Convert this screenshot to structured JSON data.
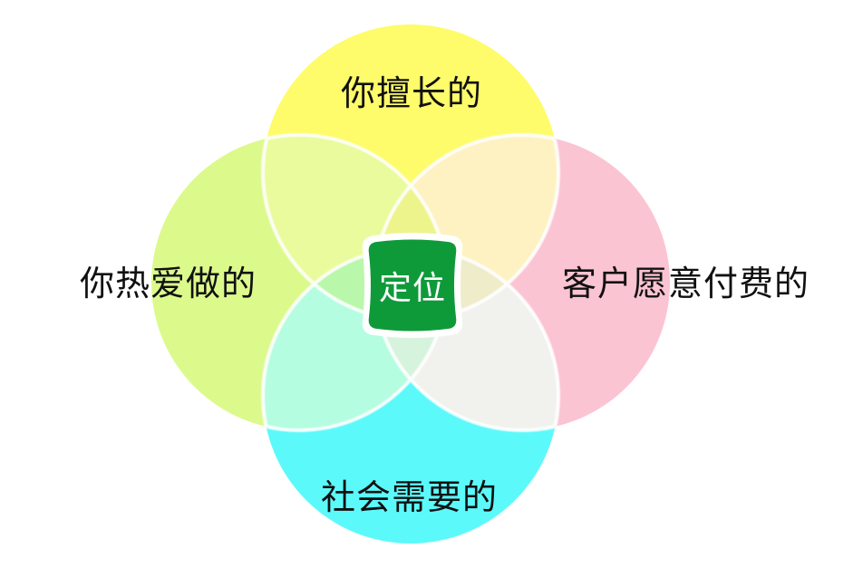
{
  "diagram": {
    "type": "four-circle venn",
    "center_label": "定位",
    "circles": [
      {
        "position": "top",
        "label": "你擅长的",
        "color": "#fefc6a"
      },
      {
        "position": "left",
        "label": "你热爱做的",
        "color": "#dcfa8c"
      },
      {
        "position": "right",
        "label": "客户愿意付费的",
        "color": "#fbc4d2"
      },
      {
        "position": "bottom",
        "label": "社会需要的",
        "color": "#5cf9fb"
      }
    ],
    "overlap_colors": {
      "top_left": "#e9fb9c",
      "top_right": "#fef2c2",
      "bottom_left": "#b5fde0",
      "bottom_right": "#f1f2ed"
    },
    "center_color": "#0f9a3a"
  }
}
